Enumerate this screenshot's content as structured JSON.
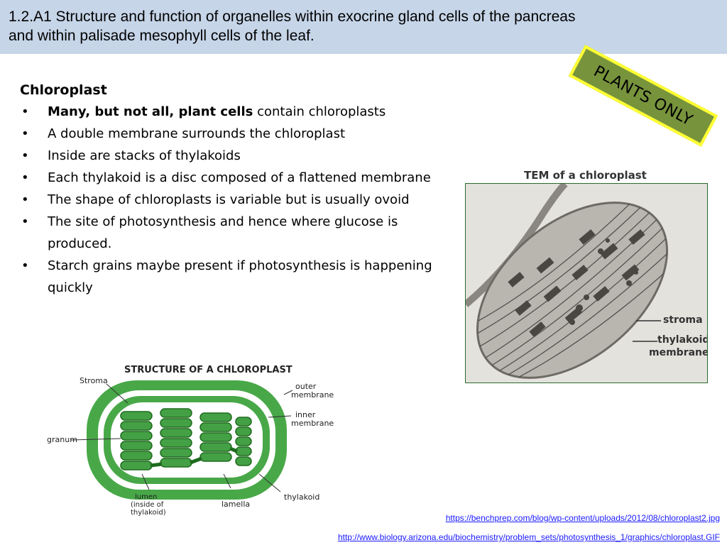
{
  "title": {
    "line1": "1.2.A1 Structure and function of organelles within exocrine gland cells of the pancreas",
    "line2": "and within palisade mesophyll cells of the leaf."
  },
  "badge": "PLANTS ONLY",
  "content": {
    "heading": "Chloroplast",
    "bullet_symbol": "•",
    "bullets": [
      {
        "bold": "Many, but not all, plant cells",
        "text": " contain chloroplasts"
      },
      {
        "bold": "",
        "text": "A double membrane surrounds the chloroplast"
      },
      {
        "bold": "",
        "text": "Inside are stacks of thylakoids"
      },
      {
        "bold": "",
        "text": "Each thylakoid is a disc composed of a flattened membrane"
      },
      {
        "bold": "",
        "text": "The shape of chloroplasts is variable but is usually ovoid"
      },
      {
        "bold": "",
        "text": "The site of photosynthesis and hence where glucose is produced."
      },
      {
        "bold": "",
        "text": "Starch grains maybe present if photosynthesis is happening quickly"
      }
    ]
  },
  "tem": {
    "caption": "TEM of a chloroplast",
    "label_stroma": "stroma",
    "label_thylakoid_1": "thylakoid",
    "label_thylakoid_2": "membranes"
  },
  "diagram": {
    "title": "STRUCTURE OF A CHLOROPLAST",
    "stroma": "Stroma",
    "outer_1": "outer",
    "outer_2": "membrane",
    "inner_1": "inner",
    "inner_2": "membrane",
    "granum": "granum",
    "lumen_1": "lumen",
    "lumen_2": "(inside of",
    "lumen_3": "thylakoid)",
    "lamella": "lamella",
    "thylakoid": "thylakoid"
  },
  "links": {
    "link1": "https://benchprep.com/blog/wp-content/uploads/2012/08/chloroplast2.jpg",
    "link2": "http://www.biology.arizona.edu/biochemistry/problem_sets/photosynthesis_1/graphics/chloroplast.GIF"
  },
  "colors": {
    "title_bg": "#c6d5e8",
    "badge_bg": "#77933c",
    "badge_border": "#ffff33",
    "chloroplast_green": "#3a9a3a",
    "link": "#1a1aff"
  }
}
